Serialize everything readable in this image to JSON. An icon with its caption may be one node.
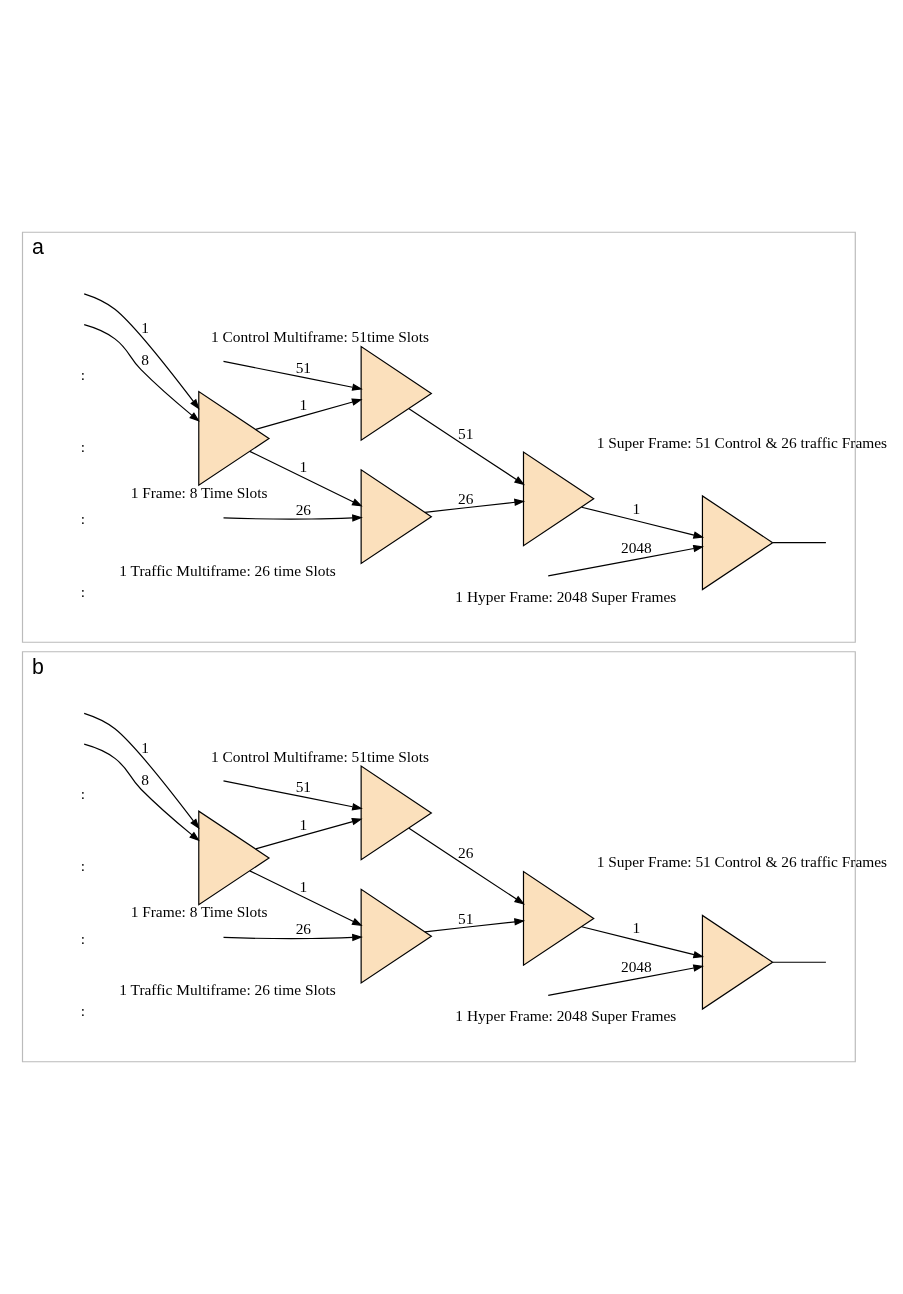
{
  "diagram": {
    "nodes": [
      {
        "text": [
          "a"
        ]
      },
      {
        "text": [
          "1 Frame: 8 Time Slots"
        ],
        "in": 0
      },
      {
        "text": [
          "1 Control Multiframe: 51time Slots"
        ],
        "in": 0
      },
      {
        "text": [
          "1 Traffic Multiframe: 26 time Slots"
        ],
        "in": 0
      },
      {
        "text": [
          "1 Super Frame: 51 Control & 26 traffic Frames"
        ],
        "in": 0
      },
      {
        "text": [
          "1 Hyper Frame: 2048 Super Frames"
        ],
        "in": 0
      },
      {
        "text": [
          "b"
        ]
      },
      {
        "text": [
          "1 Frame: 8 Time Slots"
        ],
        "in": 6
      },
      {
        "text": [
          "1 Control Multiframe: 51time Slots"
        ],
        "in": 6
      },
      {
        "text": [
          "1 Traffic Multiframe: 26 time Slots"
        ],
        "in": 6
      },
      {
        "text": [
          "1 Super Frame: 51 Control & 26 traffic Frames"
        ],
        "in": 6
      },
      {
        "text": [
          "1 Hyper Frame: 2048 Super Frames"
        ],
        "in": 6
      }
    ],
    "edges": [
      {
        "from": null,
        "to": 1,
        "arrow": "to",
        "label": "1"
      },
      {
        "from": null,
        "to": 1,
        "arrow": "to",
        "label": "8"
      },
      {
        "from": 1,
        "to": 2,
        "arrow": "to",
        "label": "1"
      },
      {
        "from": null,
        "to": 2,
        "arrow": "to",
        "label": "51"
      },
      {
        "from": 1,
        "to": 3,
        "arrow": "to",
        "label": "1"
      },
      {
        "from": null,
        "to": 3,
        "arrow": "to",
        "label": "26"
      },
      {
        "from": 2,
        "to": 4,
        "arrow": "to",
        "label": "51"
      },
      {
        "from": 3,
        "to": 4,
        "arrow": "to",
        "label": "26"
      },
      {
        "from": 4,
        "to": 5,
        "arrow": "to",
        "label": "1"
      },
      {
        "from": null,
        "to": 5,
        "arrow": "to",
        "label": "2048"
      },
      {
        "from": 5,
        "to": null,
        "arrow": "none"
      },
      {
        "from": null,
        "to": 7,
        "arrow": "to",
        "label": "1"
      },
      {
        "from": null,
        "to": 7,
        "arrow": "to",
        "label": "8"
      },
      {
        "from": 7,
        "to": 8,
        "arrow": "to",
        "label": "1"
      },
      {
        "from": null,
        "to": 8,
        "arrow": "to",
        "label": "51"
      },
      {
        "from": 7,
        "to": 9,
        "arrow": "to",
        "label": "1"
      },
      {
        "from": null,
        "to": 9,
        "arrow": "to",
        "label": "26"
      },
      {
        "from": 8,
        "to": 10,
        "arrow": "to",
        "label": "26"
      },
      {
        "from": 9,
        "to": 10,
        "arrow": "to",
        "label": "51"
      },
      {
        "from": 10,
        "to": 11,
        "arrow": "to",
        "label": "1"
      },
      {
        "from": null,
        "to": 11,
        "arrow": "to",
        "label": "2048"
      },
      {
        "from": 11,
        "to": null,
        "arrow": "none"
      }
    ],
    "labels": [
      ":",
      ":",
      ":",
      ":",
      ":",
      ":",
      ":",
      ":"
    ]
  }
}
